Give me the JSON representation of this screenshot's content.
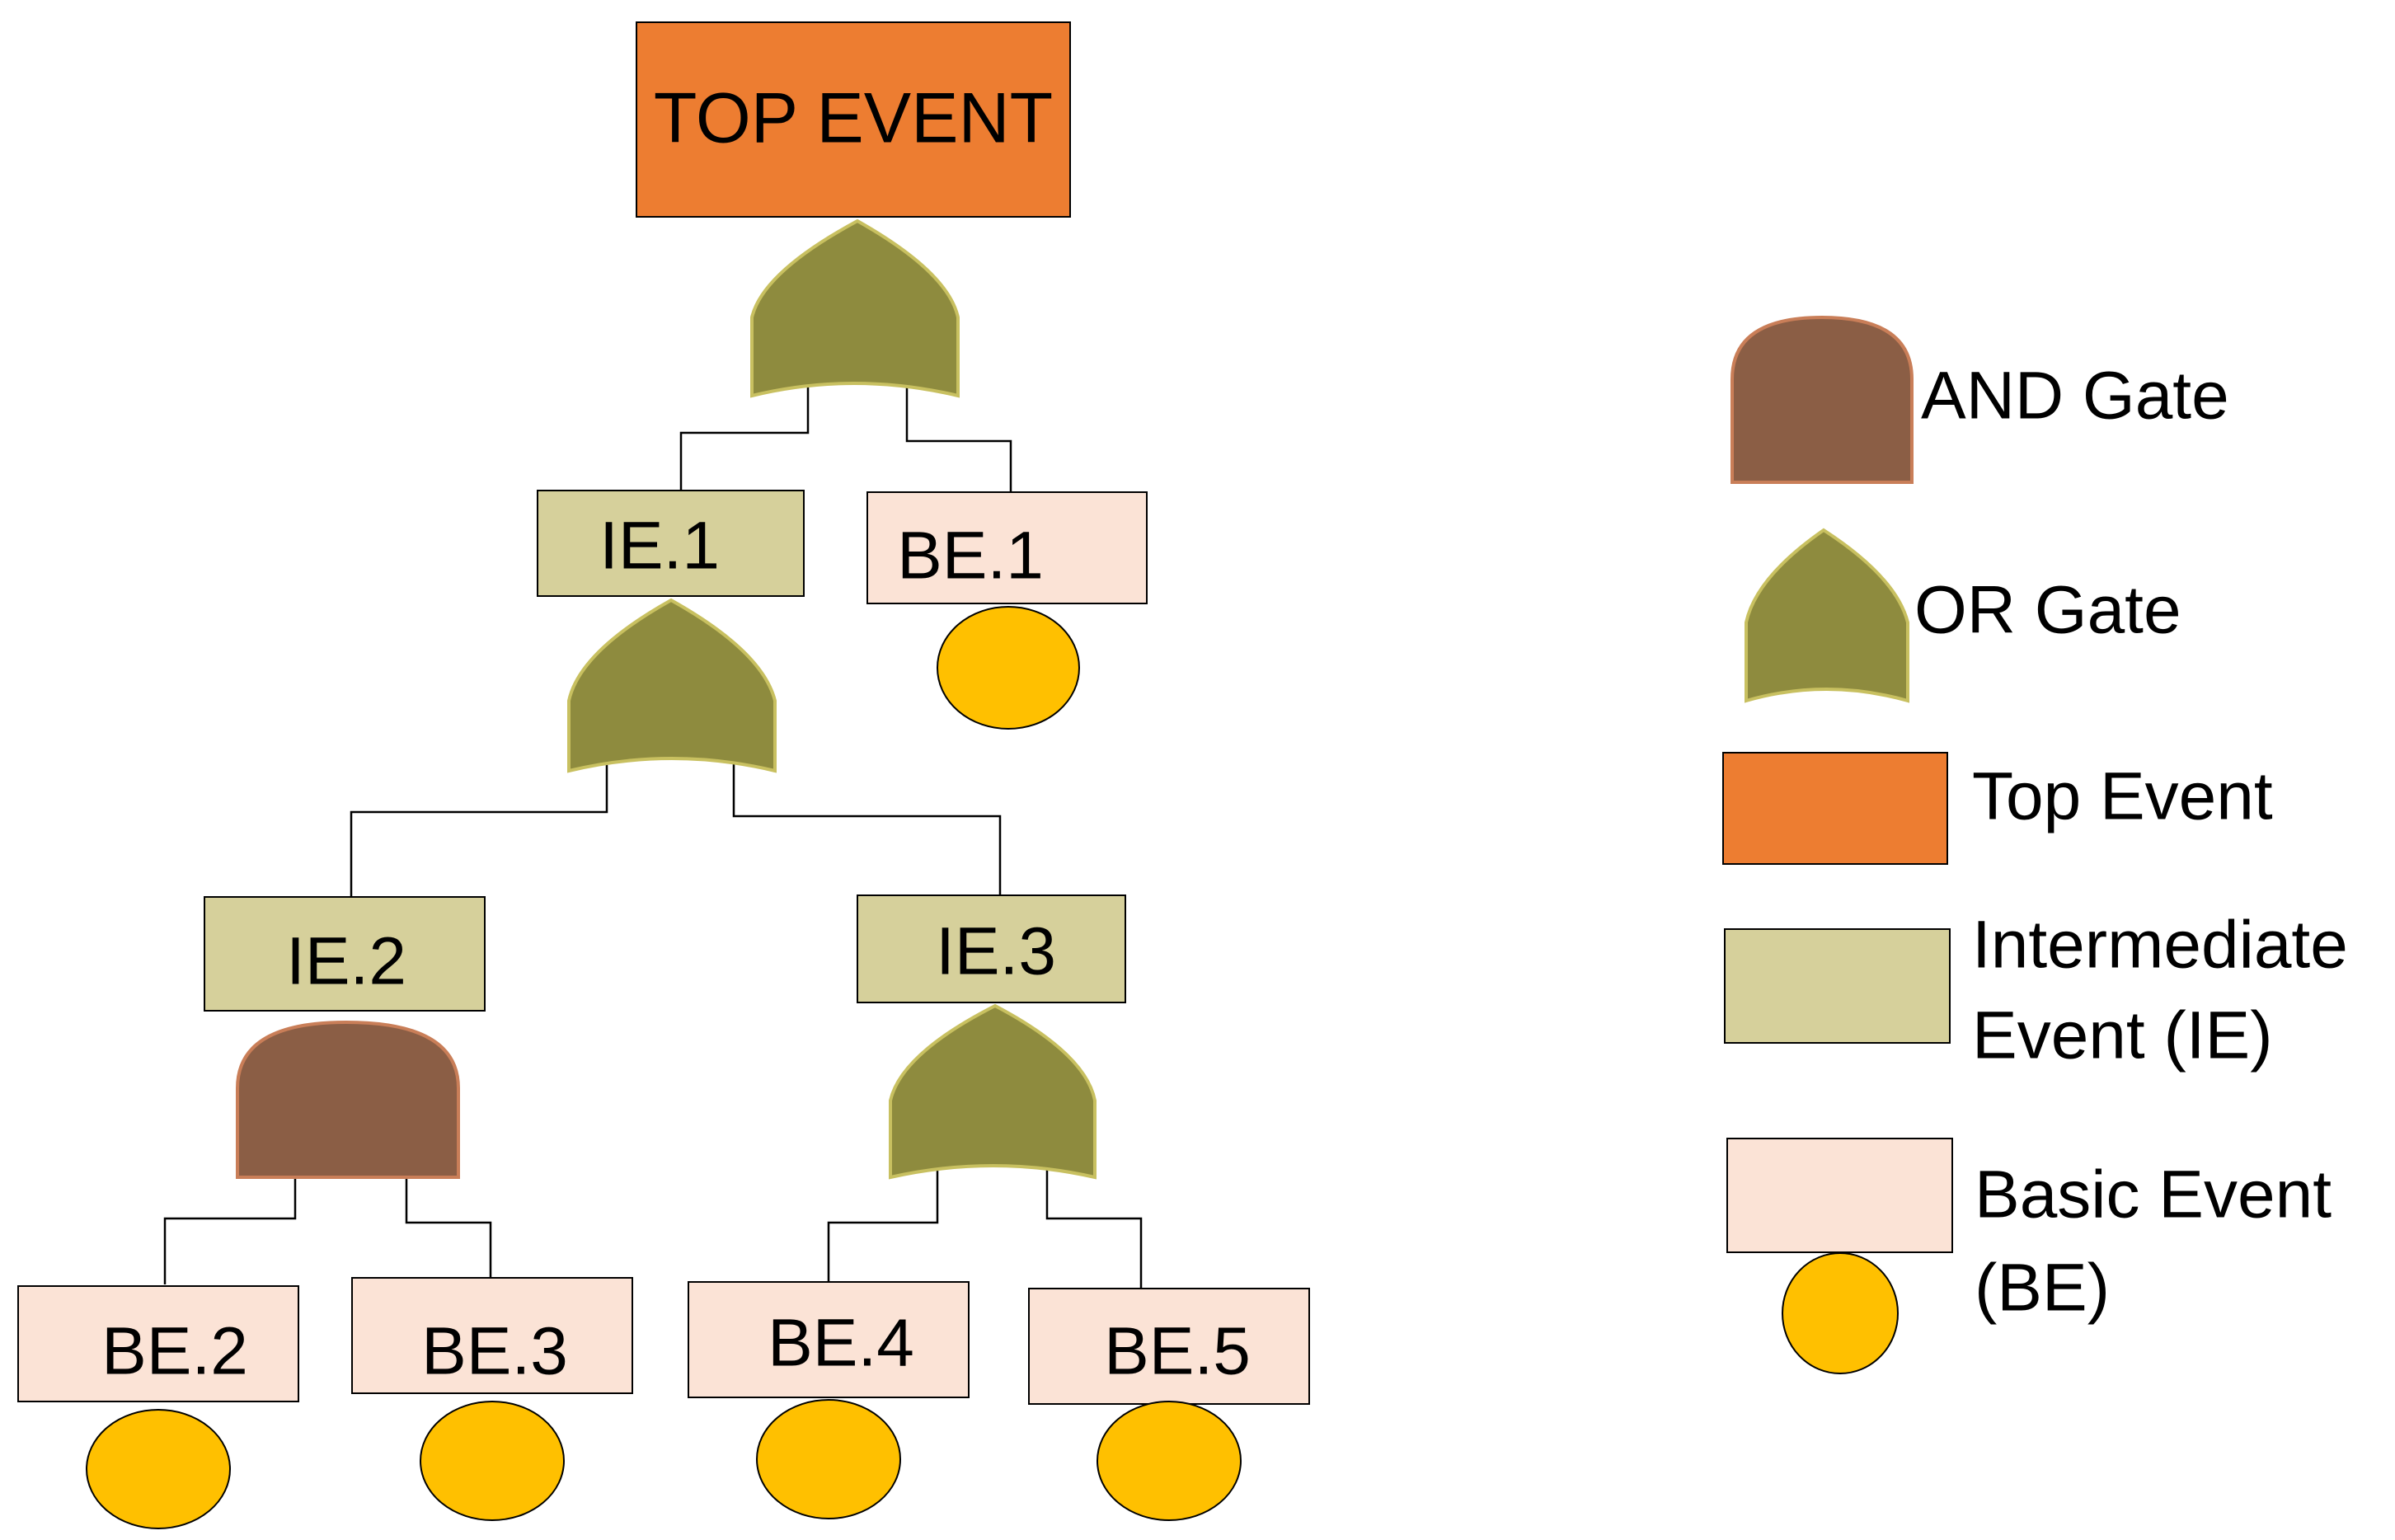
{
  "colors": {
    "top_event": "#ED7D31",
    "intermediate_event": "#D6D09B",
    "basic_event": "#FBE3D6",
    "basic_circle": "#FFC000",
    "or_gate": "#8E8B3E",
    "or_gate_stroke": "#C8C060",
    "and_gate": "#8B5E45",
    "and_gate_stroke": "#C97E58",
    "line": "#000000"
  },
  "tree": {
    "top_event": "TOP EVENT",
    "ie1": "IE.1",
    "ie2": "IE.2",
    "ie3": "IE.3",
    "be1": "BE.1",
    "be2": "BE.2",
    "be3": "BE.3",
    "be4": "BE.4",
    "be5": "BE.5"
  },
  "legend": {
    "and_gate": "AND Gate",
    "or_gate": "OR Gate",
    "top_event": "Top Event",
    "intermediate_line1": "Intermediate",
    "intermediate_line2": "Event (IE)",
    "basic_line1": "Basic Event",
    "basic_line2": "(BE)"
  }
}
